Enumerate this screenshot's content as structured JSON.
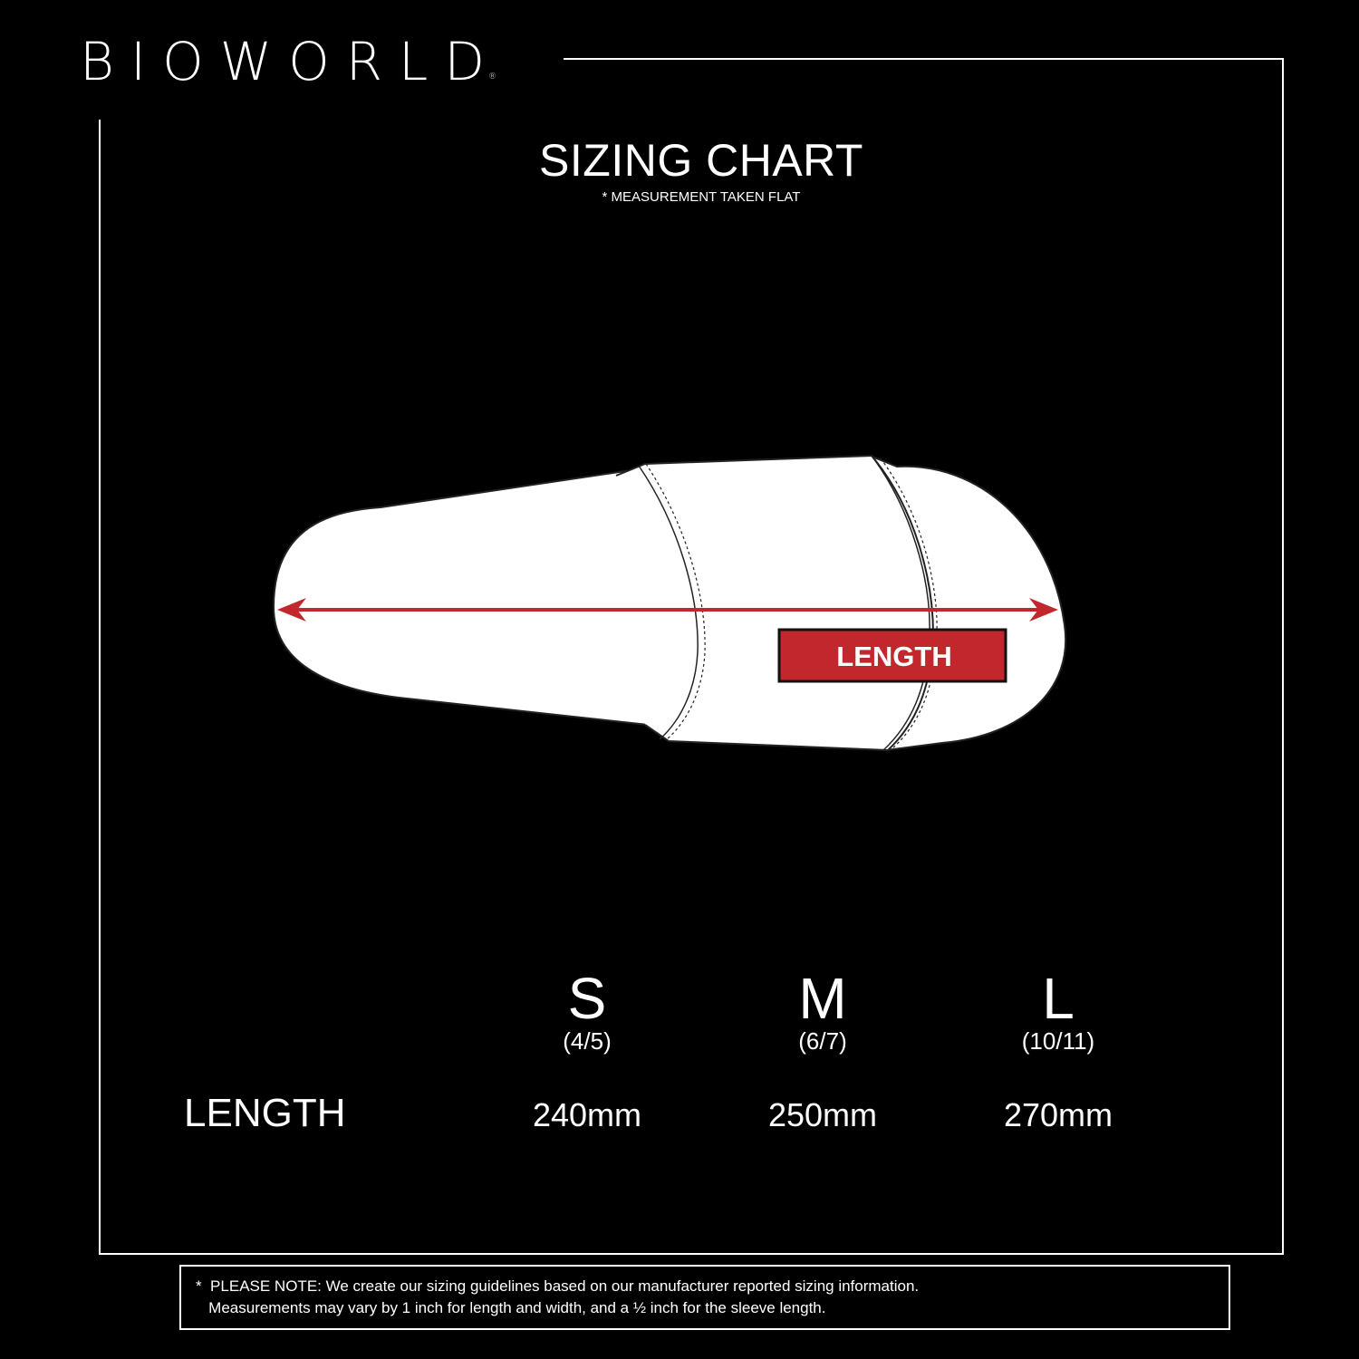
{
  "brand": {
    "name": "BIOWORLD",
    "mark": "®"
  },
  "header": {
    "title": "SIZING CHART",
    "subtitle": "* MEASUREMENT TAKEN FLAT"
  },
  "diagram": {
    "measure_label": "LENGTH",
    "accent_color": "#c1272d"
  },
  "table": {
    "row_label": "LENGTH",
    "sizes": [
      {
        "letter": "S",
        "range": "(4/5)",
        "length": "240mm"
      },
      {
        "letter": "M",
        "range": "(6/7)",
        "length": "250mm"
      },
      {
        "letter": "L",
        "range": "(10/11)",
        "length": "270mm"
      }
    ]
  },
  "note": {
    "line1": "*  PLEASE NOTE: We create our sizing guidelines based on our manufacturer reported sizing information.",
    "line2": "   Measurements may vary by 1 inch for length and width, and a ½ inch for the sleeve length."
  }
}
